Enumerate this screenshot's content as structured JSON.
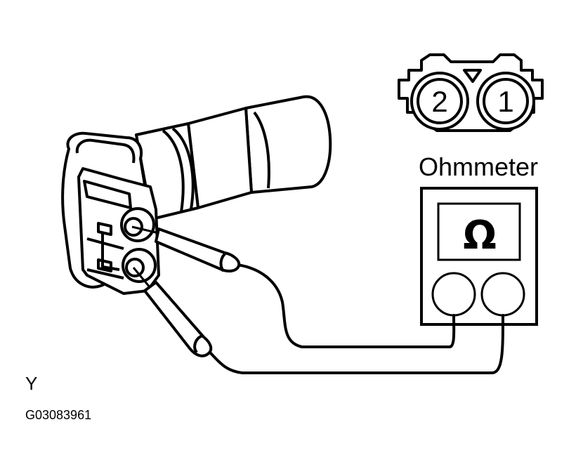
{
  "connector": {
    "pin_left": "2",
    "pin_right": "1"
  },
  "meter": {
    "title": "Ohmmeter",
    "symbol": "Ω"
  },
  "footer": {
    "letter": "Y",
    "code": "G03083961"
  }
}
